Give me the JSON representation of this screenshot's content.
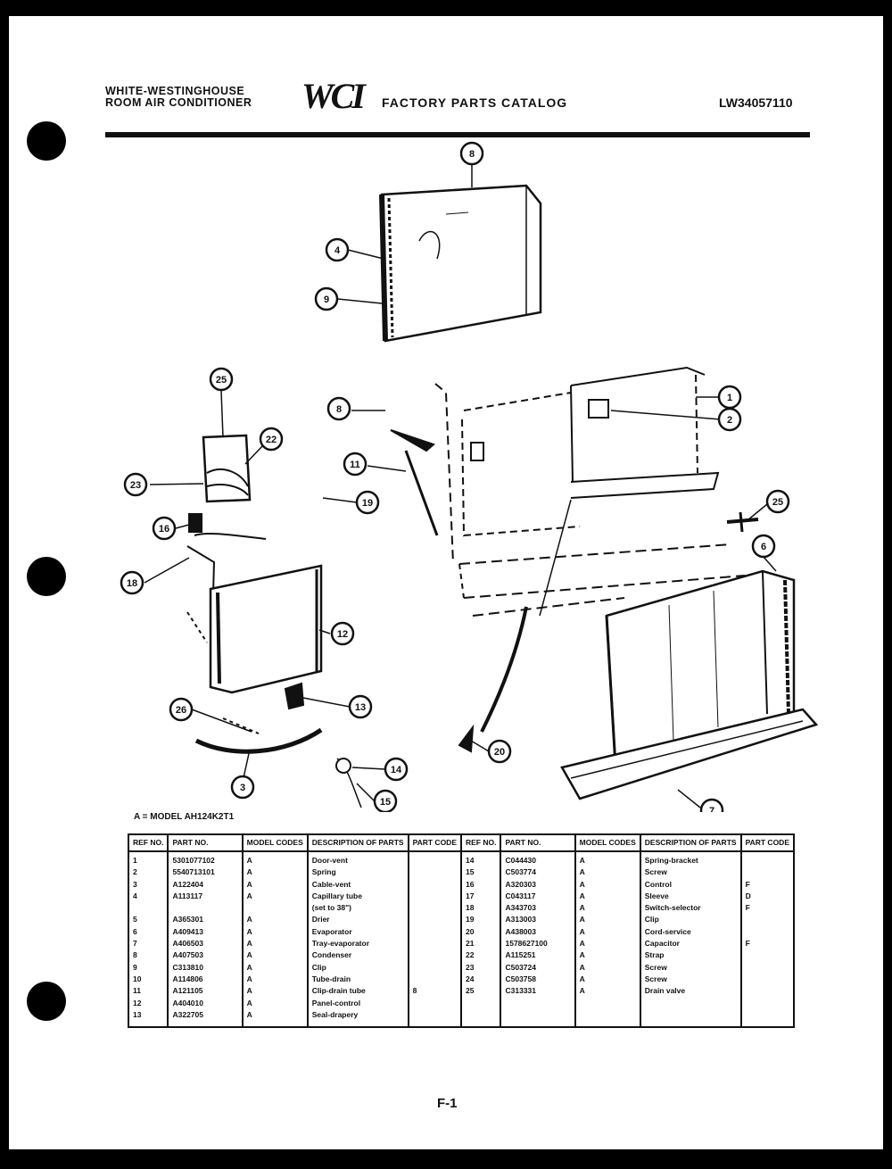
{
  "header": {
    "brand_line1": "WHITE-WESTINGHOUSE",
    "brand_line2": "ROOM AIR CONDITIONER",
    "logo": "WCI",
    "title": "FACTORY PARTS CATALOG",
    "catalog_code": "LW34057110"
  },
  "callouts": [
    "8",
    "4",
    "9",
    "1",
    "2",
    "25",
    "22",
    "23",
    "8",
    "11",
    "19",
    "16",
    "18",
    "12",
    "26",
    "25",
    "6",
    "13",
    "20",
    "3",
    "14",
    "15",
    "7"
  ],
  "model_note": "A = MODEL AH124K2T1",
  "table": {
    "headers": {
      "ref_no": "REF NO.",
      "part_no": "PART NO.",
      "model_codes": "MODEL CODES",
      "description": "DESCRIPTION OF PARTS",
      "part_code": "PART CODE"
    },
    "left_rows": [
      {
        "ref": "1",
        "part": "5301077102",
        "model": "A",
        "desc": "Door-vent",
        "code": ""
      },
      {
        "ref": "2",
        "part": "5540713101",
        "model": "A",
        "desc": "Spring",
        "code": ""
      },
      {
        "ref": "3",
        "part": "A122404",
        "model": "A",
        "desc": "Cable-vent",
        "code": ""
      },
      {
        "ref": "4",
        "part": "A113117",
        "model": "A",
        "desc": "Capillary tube",
        "code": ""
      },
      {
        "ref": "",
        "part": "",
        "model": "",
        "desc": "(set to 38\")",
        "code": ""
      },
      {
        "ref": "5",
        "part": "A365301",
        "model": "A",
        "desc": "Drier",
        "code": ""
      },
      {
        "ref": "6",
        "part": "A409413",
        "model": "A",
        "desc": "Evaporator",
        "code": ""
      },
      {
        "ref": "7",
        "part": "A406503",
        "model": "A",
        "desc": "Tray-evaporator",
        "code": ""
      },
      {
        "ref": "8",
        "part": "A407503",
        "model": "A",
        "desc": "Condenser",
        "code": ""
      },
      {
        "ref": "9",
        "part": "C313810",
        "model": "A",
        "desc": "Clip",
        "code": ""
      },
      {
        "ref": "10",
        "part": "A114806",
        "model": "A",
        "desc": "Tube-drain",
        "code": ""
      },
      {
        "ref": "11",
        "part": "A121105",
        "model": "A",
        "desc": "Clip-drain tube",
        "code": "8"
      },
      {
        "ref": "12",
        "part": "A404010",
        "model": "A",
        "desc": "Panel-control",
        "code": ""
      },
      {
        "ref": "13",
        "part": "A322705",
        "model": "A",
        "desc": "Seal-drapery",
        "code": ""
      }
    ],
    "right_rows": [
      {
        "ref": "14",
        "part": "C044430",
        "model": "A",
        "desc": "Spring-bracket",
        "code": ""
      },
      {
        "ref": "15",
        "part": "C503774",
        "model": "A",
        "desc": "Screw",
        "code": ""
      },
      {
        "ref": "16",
        "part": "A320303",
        "model": "A",
        "desc": "Control",
        "code": "F"
      },
      {
        "ref": "17",
        "part": "C043117",
        "model": "A",
        "desc": "Sleeve",
        "code": "D"
      },
      {
        "ref": "18",
        "part": "A343703",
        "model": "A",
        "desc": "Switch-selector",
        "code": "F"
      },
      {
        "ref": "19",
        "part": "A313003",
        "model": "A",
        "desc": "Clip",
        "code": ""
      },
      {
        "ref": "20",
        "part": "A438003",
        "model": "A",
        "desc": "Cord-service",
        "code": ""
      },
      {
        "ref": "21",
        "part": "1578627100",
        "model": "A",
        "desc": "Capacitor",
        "code": "F"
      },
      {
        "ref": "22",
        "part": "A115251",
        "model": "A",
        "desc": "Strap",
        "code": ""
      },
      {
        "ref": "23",
        "part": "C503724",
        "model": "A",
        "desc": "Screw",
        "code": ""
      },
      {
        "ref": "24",
        "part": "C503758",
        "model": "A",
        "desc": "Screw",
        "code": ""
      },
      {
        "ref": "25",
        "part": "C313331",
        "model": "A",
        "desc": "Drain valve",
        "code": ""
      },
      {
        "ref": "",
        "part": "",
        "model": "",
        "desc": "",
        "code": ""
      },
      {
        "ref": "",
        "part": "",
        "model": "",
        "desc": "",
        "code": ""
      }
    ]
  },
  "page_number": "F-1"
}
